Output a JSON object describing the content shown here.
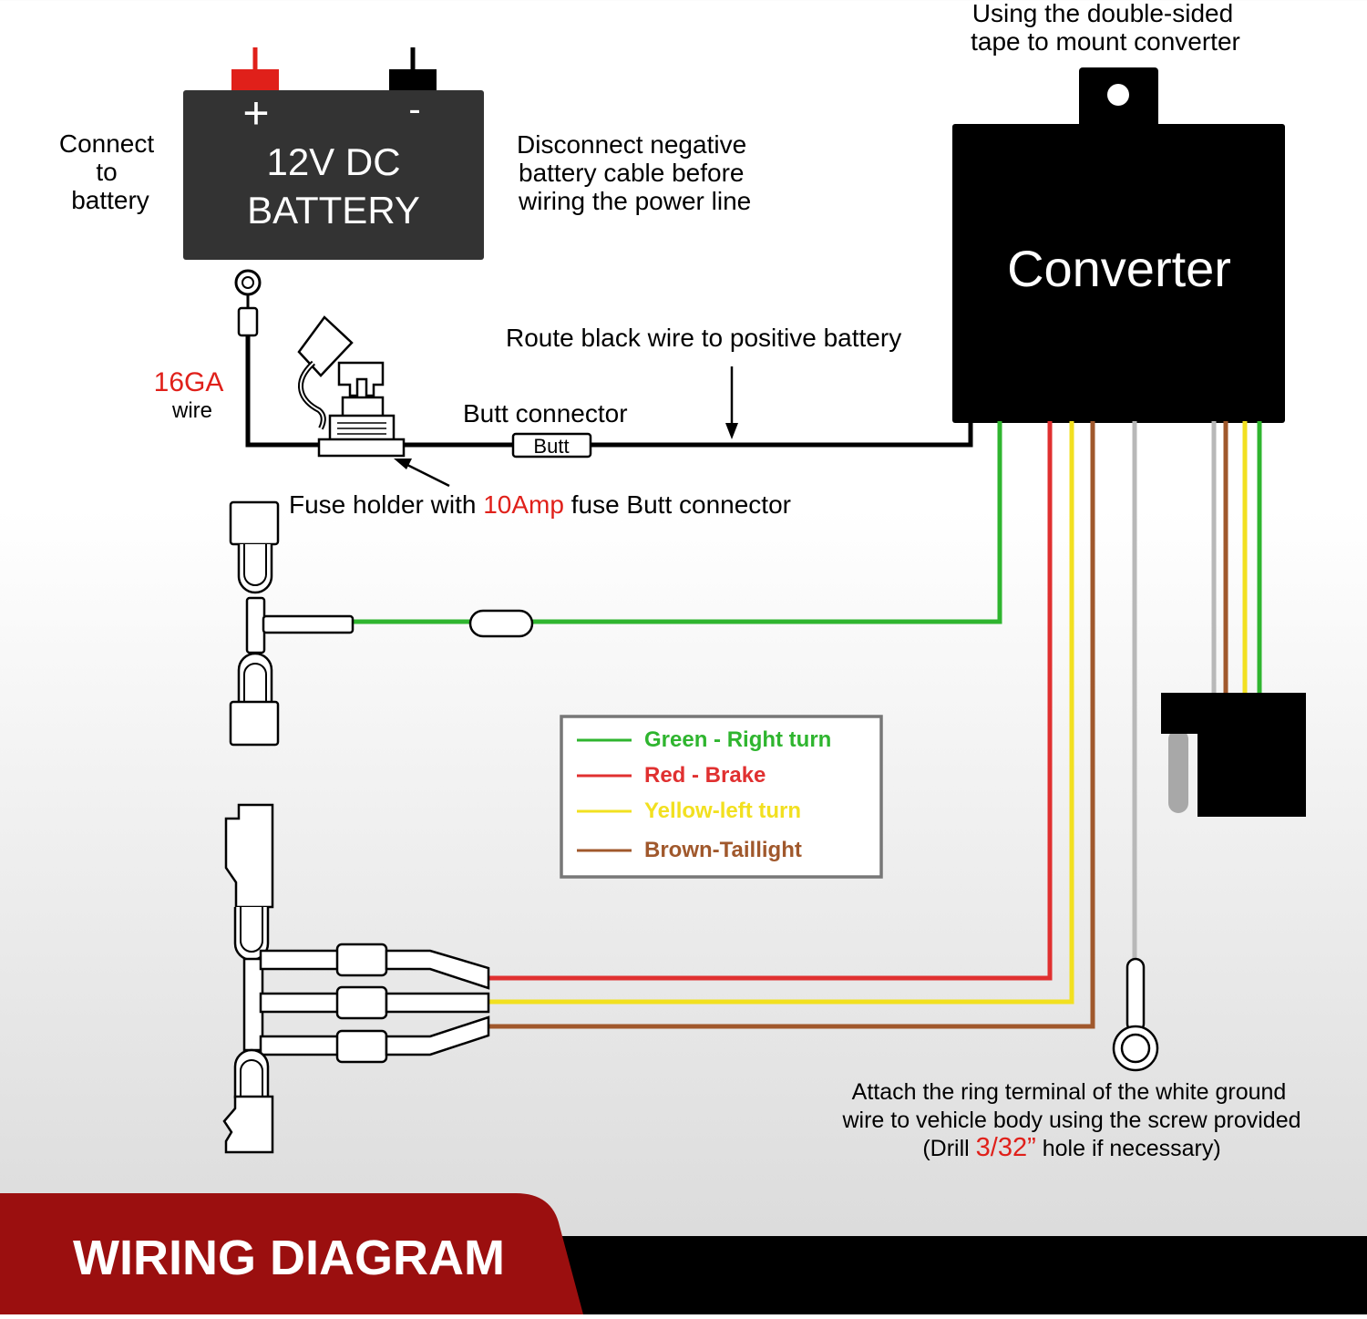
{
  "battery": {
    "plus": "+",
    "minus": "-",
    "line1": "12V DC",
    "line2": "BATTERY"
  },
  "notes": {
    "connect_line1": "Connect",
    "connect_line2": "to",
    "connect_line3": "battery",
    "disconnect_line1": "Disconnect negative",
    "disconnect_line2": "battery cable before",
    "disconnect_line3": "wiring the power line",
    "tape_line1": "Using the double-sided",
    "tape_line2": "tape to mount converter",
    "gauge": "16GA",
    "gauge_sub": "wire",
    "route": "Route black wire to positive battery",
    "butt_label": "Butt connector",
    "butt_box": "Butt",
    "fuse_part1": "Fuse holder with ",
    "fuse_amp": "10Amp",
    "fuse_part2": " fuse Butt connector",
    "ground_line1": "Attach the ring terminal of the white ground",
    "ground_line2": "wire to vehicle body using the screw provided",
    "ground_line3a": "(Drill ",
    "ground_drill": "3/32”",
    "ground_line3b": " hole if necessary)"
  },
  "converter": {
    "label": "Converter"
  },
  "legend": {
    "items": [
      {
        "label": "Green - Right turn",
        "color": "#2fb52f"
      },
      {
        "label": "Red - Brake",
        "color": "#e03030"
      },
      {
        "label": "Yellow-left turn",
        "color": "#f2e020"
      },
      {
        "label": "Brown-Taillight",
        "color": "#a0582c"
      }
    ]
  },
  "footer": {
    "title": "WIRING DIAGRAM"
  },
  "colors": {
    "green": "#2fb52f",
    "red": "#e03030",
    "yellow": "#f2e020",
    "brown": "#a0582c",
    "white_wire": "#b8b8b8",
    "accent_red": "#e0201a",
    "footer_red": "#9b0f0f"
  }
}
